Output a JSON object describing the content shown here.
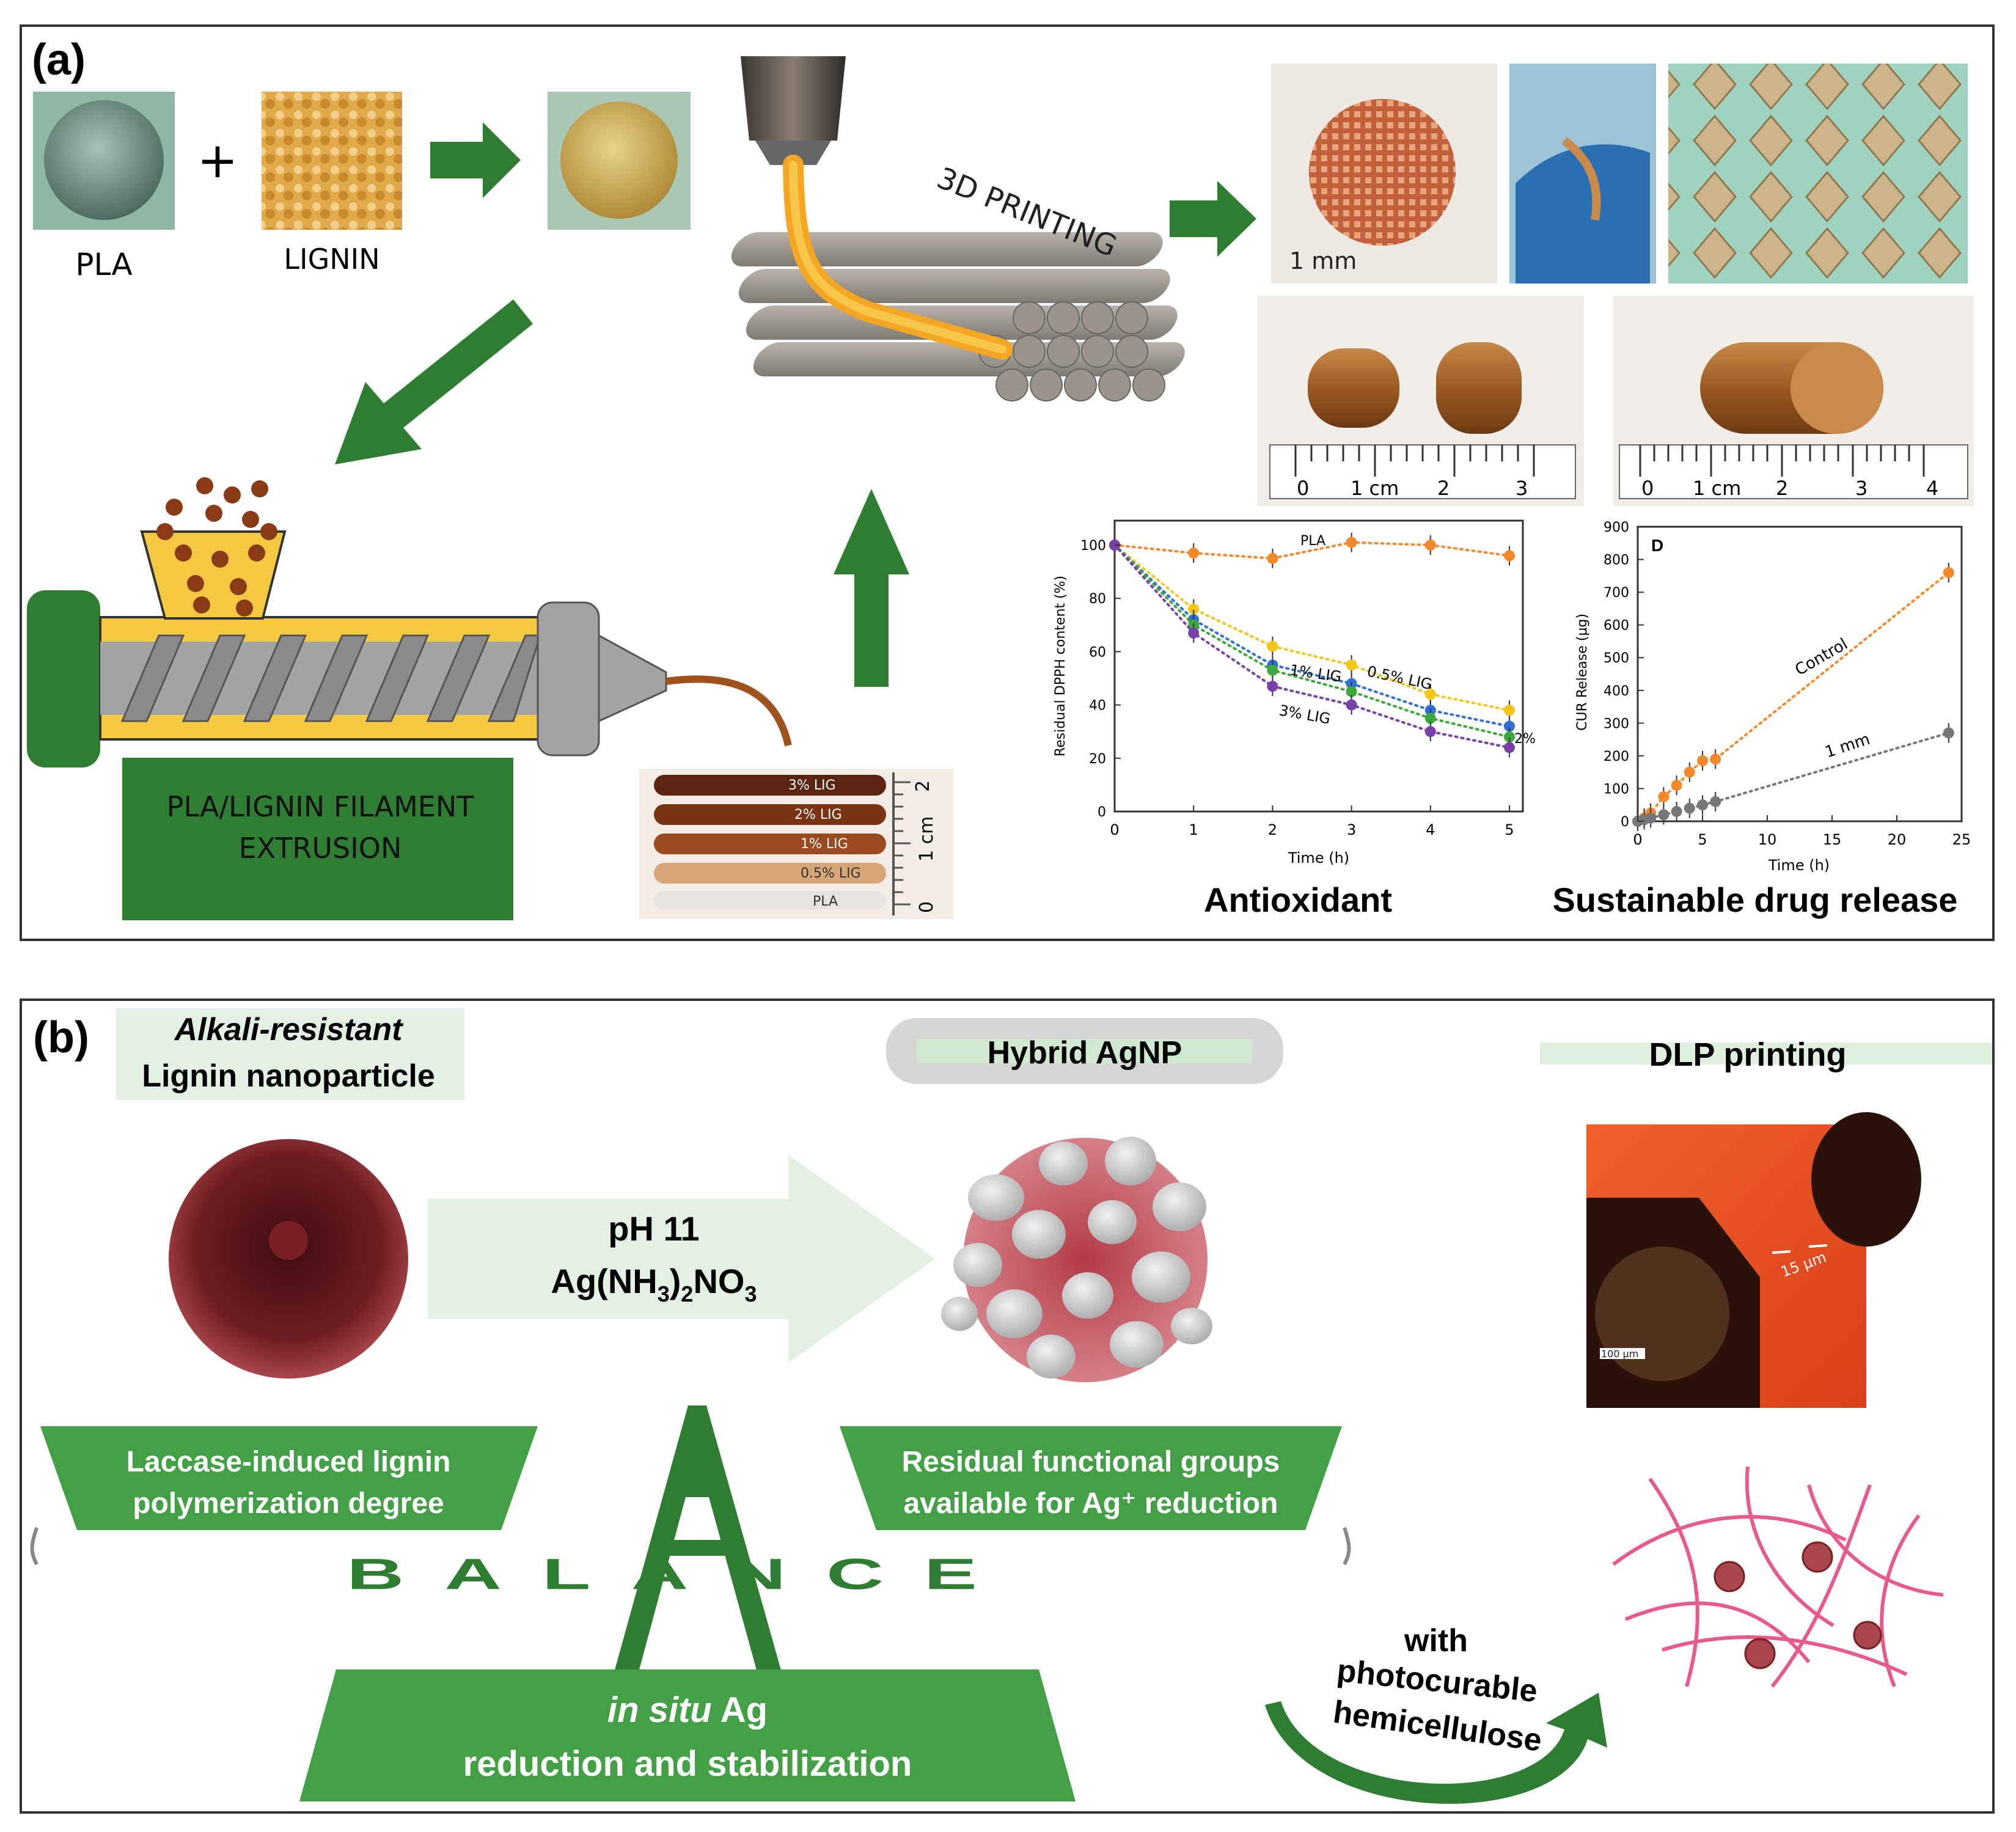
{
  "panel_a": {
    "letter": "(a)",
    "label_pla": "PLA",
    "plus": "+",
    "label_lignin": "LIGNIN",
    "label_3d_printing": "3D PRINTING",
    "extrusion_line1": "PLA/LIGNIN FILAMENT",
    "extrusion_line2": "EXTRUSION",
    "scale_1mm": "1 mm",
    "filament_labels": [
      "3% LIG",
      "2% LIG",
      "1% LIG",
      "0.5% LIG",
      "PLA"
    ],
    "ruler_filament": [
      "2",
      "1 cm",
      "0"
    ],
    "ruler_small": [
      "0",
      "1 cm",
      "2",
      "3"
    ],
    "ruler_large": [
      "0",
      "1 cm",
      "2",
      "3",
      "4"
    ],
    "caption_antioxidant": "Antioxidant",
    "caption_release": "Sustainable drug release"
  },
  "panel_b": {
    "letter": "(b)",
    "lnp_title_line1": "Alkali-resistant",
    "lnp_title_line2": "Lignin nanoparticle",
    "hybrid_title": "Hybrid AgNP",
    "dlp_title": "DLP printing",
    "arrow_line1": "pH 11",
    "arrow_line2_main": "Ag(NH",
    "arrow_line2_sub1": "3",
    "arrow_line2_mid": ")",
    "arrow_line2_sub2": "2",
    "arrow_line2_end": "NO",
    "arrow_line2_sub3": "3",
    "left_tray_line1": "Laccase-induced lignin",
    "left_tray_line2": "polymerization degree",
    "right_tray_line1": "Residual functional groups",
    "right_tray_line2": "available for Ag⁺ reduction",
    "balance_word": "BALANCE",
    "base_line1_italic": "in situ",
    "base_line1_rest": " Ag",
    "base_line2": "reduction and stabilization",
    "photo_line1": "with",
    "photo_line2": "photocurable",
    "photo_line3": "hemicellulose",
    "micro_measure": "15 μm",
    "micro_scale": "100 μm"
  },
  "colors": {
    "green_dark": "#2e7d32",
    "green_light": "#4caf50",
    "orange": "#f4882b",
    "yellow": "#f5c518",
    "blue": "#2f6fd6",
    "green_series": "#3aa83a",
    "purple": "#7b3fa8",
    "gray": "#777777",
    "lignin_red": "#8a2a2e",
    "micro_orange": "#e4471c",
    "network_pink": "#e85a8a"
  },
  "chart_data": [
    {
      "type": "line",
      "ylabel": "Residual DPPH content (%)",
      "xlabel": "Time (h)",
      "x": [
        0,
        1,
        2,
        3,
        4,
        5
      ],
      "xlim": [
        0,
        5
      ],
      "ylim": [
        0,
        100
      ],
      "xticks": [
        "0",
        "1",
        "2",
        "3",
        "4",
        "5"
      ],
      "yticks": [
        "0",
        "20",
        "40",
        "60",
        "80",
        "100"
      ],
      "series": [
        {
          "name": "PLA",
          "color": "#f4882b",
          "values": [
            100,
            97,
            95,
            101,
            100,
            96
          ]
        },
        {
          "name": "0.5% LIG",
          "color": "#f5c518",
          "values": [
            100,
            76,
            62,
            55,
            44,
            38
          ]
        },
        {
          "name": "1% LIG",
          "color": "#2f6fd6",
          "values": [
            100,
            72,
            55,
            48,
            38,
            32
          ]
        },
        {
          "name": "2%",
          "color": "#3aa83a",
          "values": [
            100,
            70,
            53,
            45,
            35,
            28
          ]
        },
        {
          "name": "3% LIG",
          "color": "#7b3fa8",
          "values": [
            100,
            67,
            47,
            40,
            30,
            24
          ]
        }
      ]
    },
    {
      "type": "line",
      "panel_letter": "D",
      "ylabel": "CUR Release (μg)",
      "xlabel": "Time (h)",
      "xlim": [
        0,
        25
      ],
      "ylim": [
        0,
        900
      ],
      "xticks": [
        "0",
        "5",
        "10",
        "15",
        "20",
        "25"
      ],
      "yticks": [
        "0",
        "100",
        "200",
        "300",
        "400",
        "500",
        "600",
        "700",
        "800",
        "900"
      ],
      "series": [
        {
          "name": "Control",
          "color": "#f4882b",
          "x": [
            0,
            0.5,
            1,
            2,
            3,
            4,
            5,
            6,
            24
          ],
          "values": [
            0,
            10,
            25,
            75,
            110,
            150,
            185,
            190,
            760
          ]
        },
        {
          "name": "1 mm",
          "color": "#777777",
          "x": [
            0,
            0.5,
            1,
            2,
            3,
            4,
            5,
            6,
            24
          ],
          "values": [
            0,
            5,
            10,
            20,
            30,
            40,
            50,
            60,
            270
          ]
        }
      ]
    }
  ]
}
